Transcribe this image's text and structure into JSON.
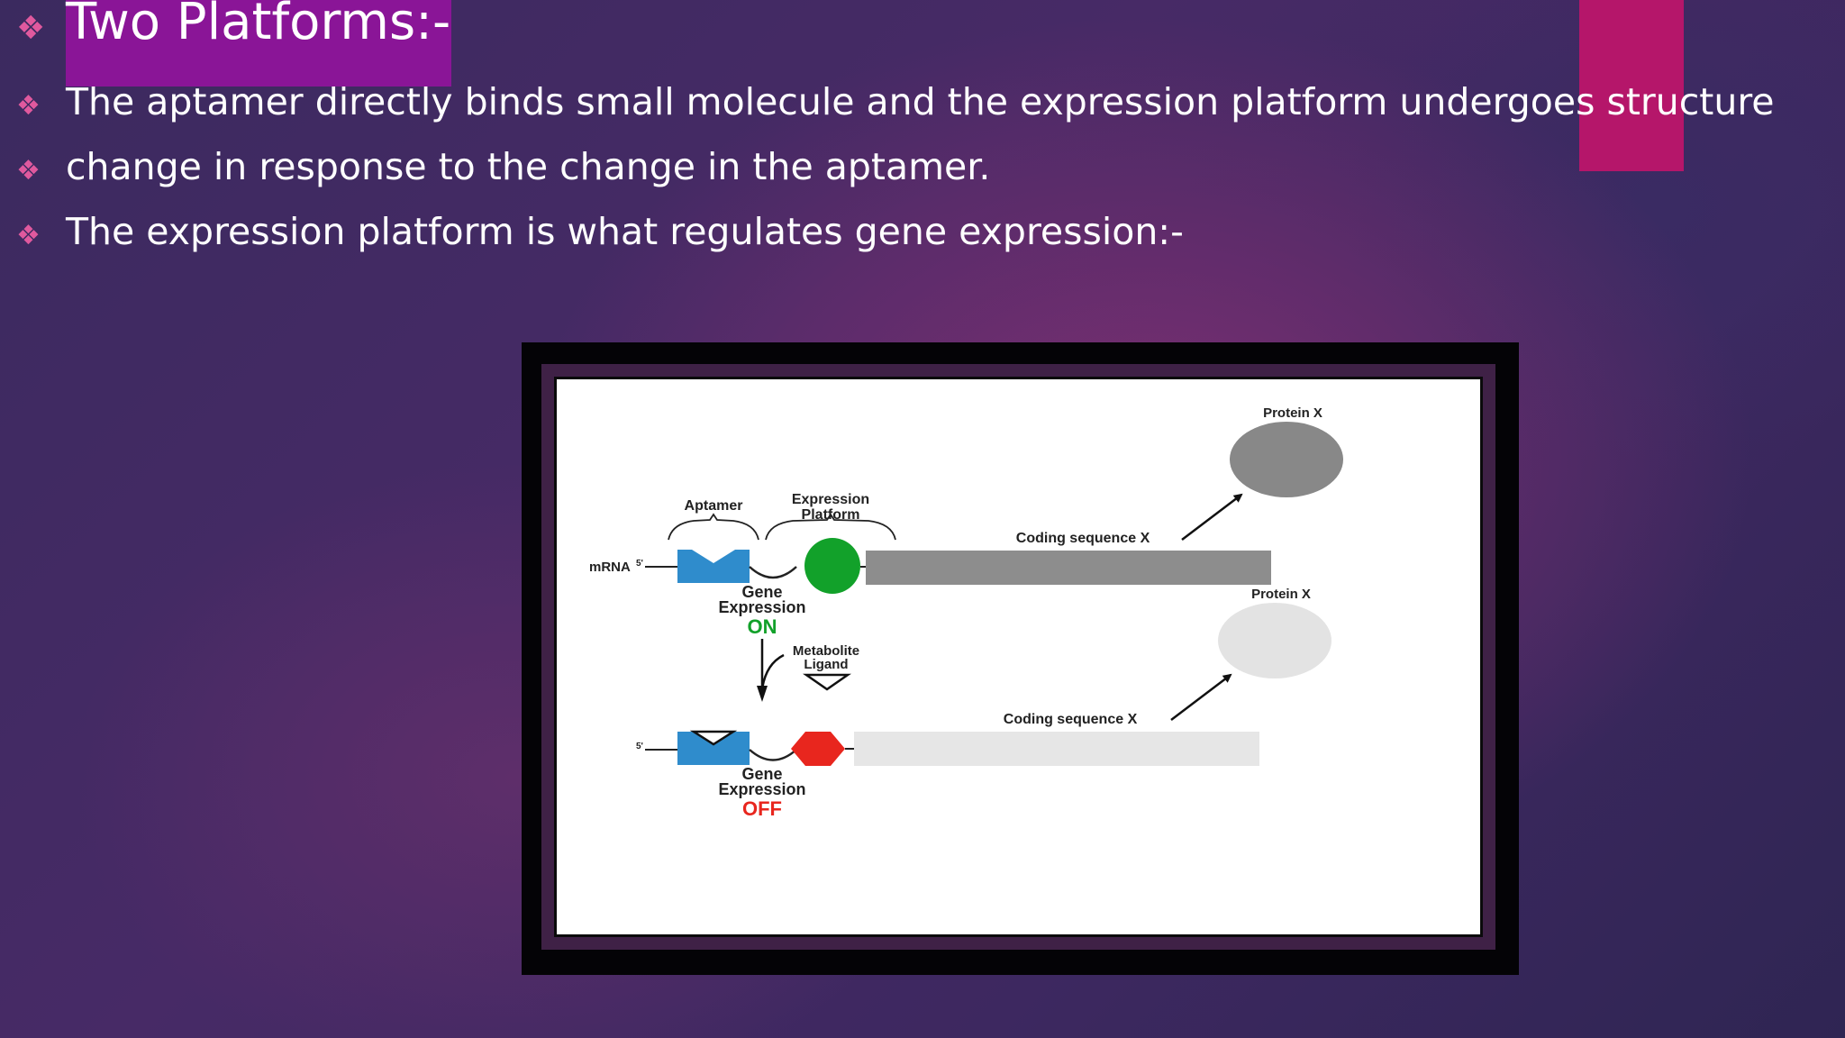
{
  "slide": {
    "title": "Two Platforms:-",
    "bullets": [
      "The aptamer directly binds small molecule and the expression platform undergoes structure",
      " change in response to the change in the aptamer.",
      "The expression platform is what regulates gene expression:-"
    ],
    "bullet_glyph": "❖"
  },
  "diagram": {
    "aptamer_label": "Aptamer",
    "expression_platform_label_1": "Expression",
    "expression_platform_label_2": "Platform",
    "mrna_label": "mRNA",
    "five_prime": "5'",
    "coding_sequence_top": "Coding sequence X",
    "coding_sequence_bottom": "Coding sequence X",
    "protein_top": "Protein X",
    "protein_bottom": "Protein X",
    "gene_on_1": "Gene",
    "gene_on_2": "Expression",
    "on_label": "ON",
    "gene_off_1": "Gene",
    "gene_off_2": "Expression",
    "off_label": "OFF",
    "metabolite_1": "Metabolite",
    "metabolite_2": "Ligand"
  },
  "colors": {
    "aptamer_blue": "#2f8ccc",
    "on_green": "#12a12a",
    "off_red": "#e8261e",
    "protein_on_gray": "#888888",
    "protein_off_gray": "#e3e3e3",
    "coding_on_gray": "#8d8d8d",
    "coding_off_gray": "#e6e6e6",
    "accent_magenta": "#b5166a",
    "title_bg_purple": "#8a1597",
    "bullet_pink": "#e0599e"
  }
}
